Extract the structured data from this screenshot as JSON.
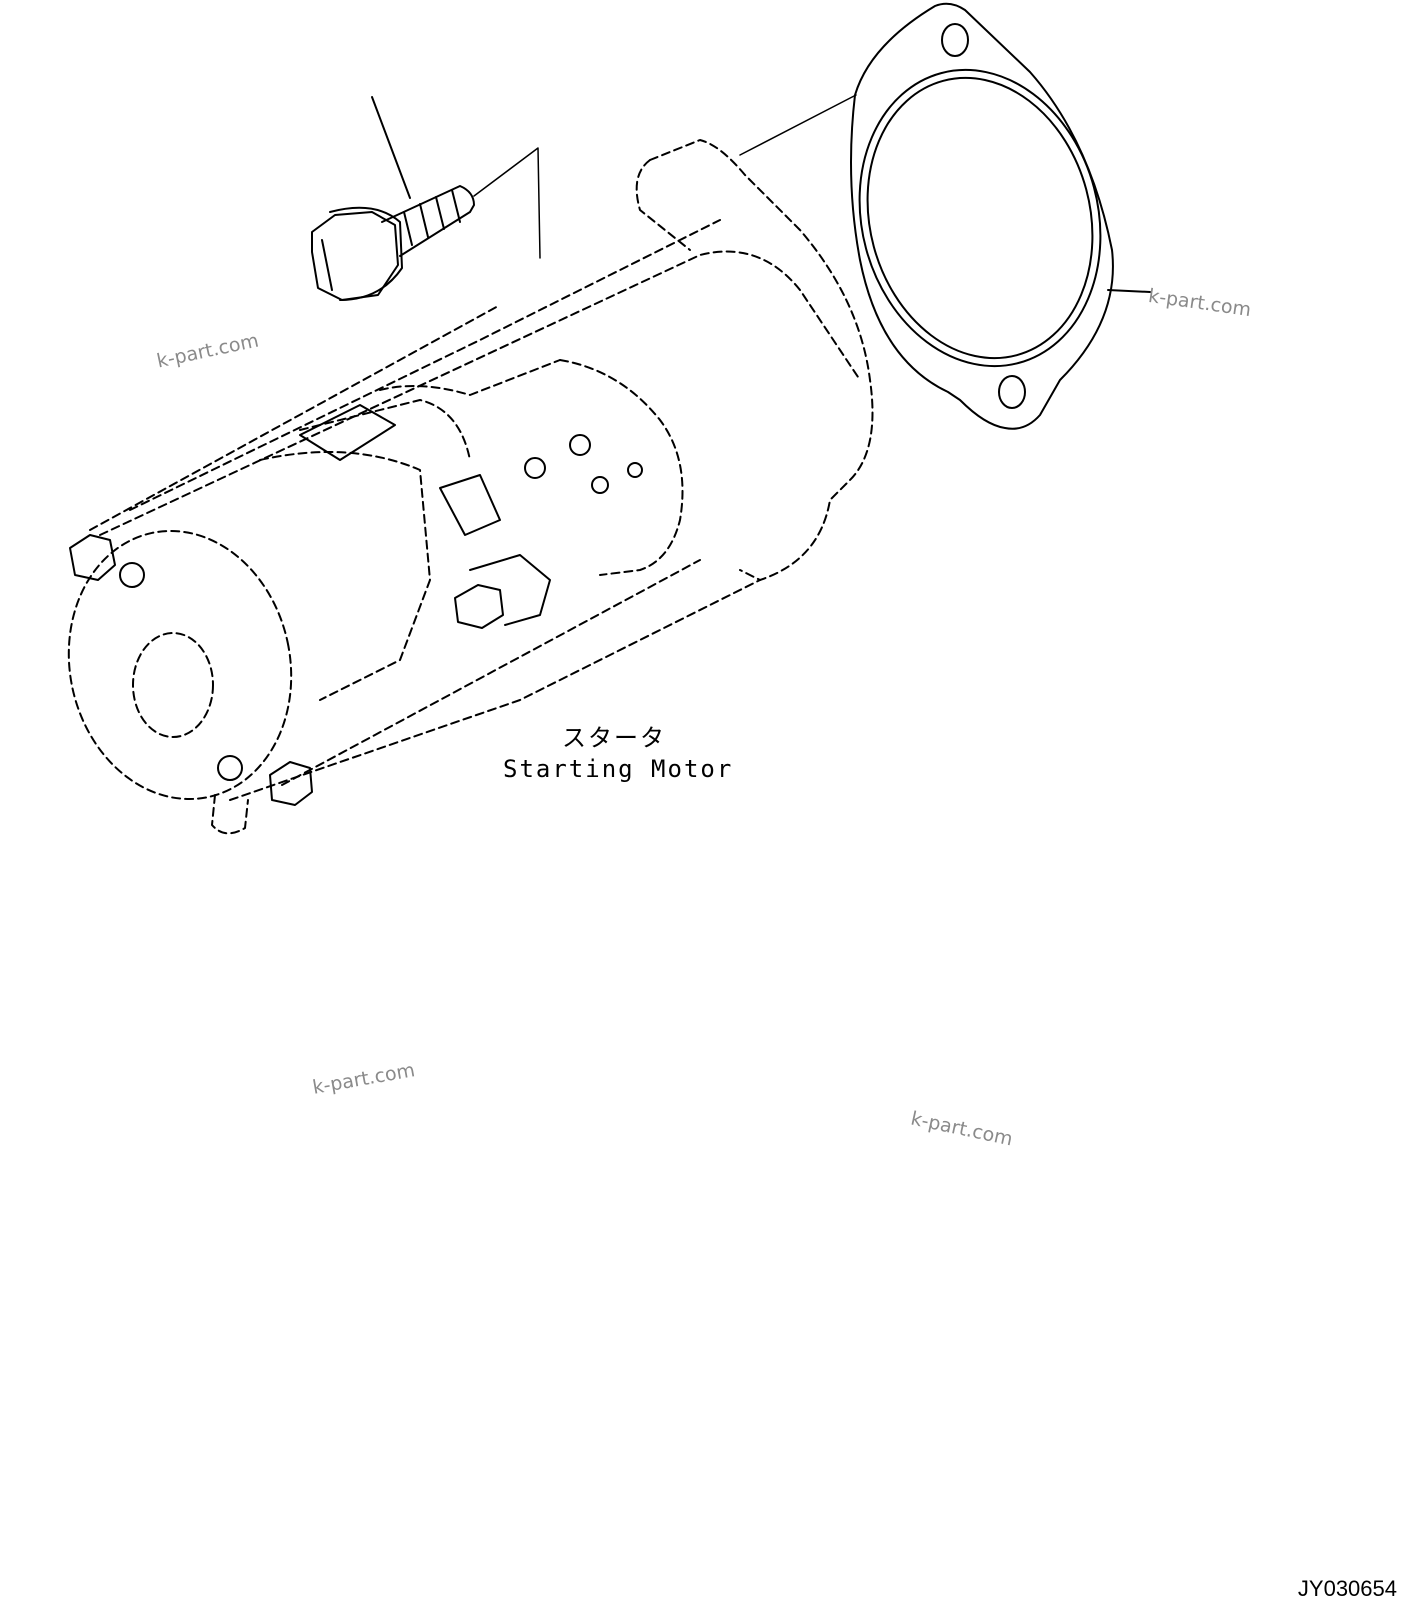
{
  "diagram": {
    "part_label_jp": "スタータ",
    "part_label_en": "Starting Motor",
    "drawing_id": "JY030654",
    "watermark": "k-part.com",
    "line_color": "#000000",
    "watermark_color": "#8a8a8a"
  }
}
